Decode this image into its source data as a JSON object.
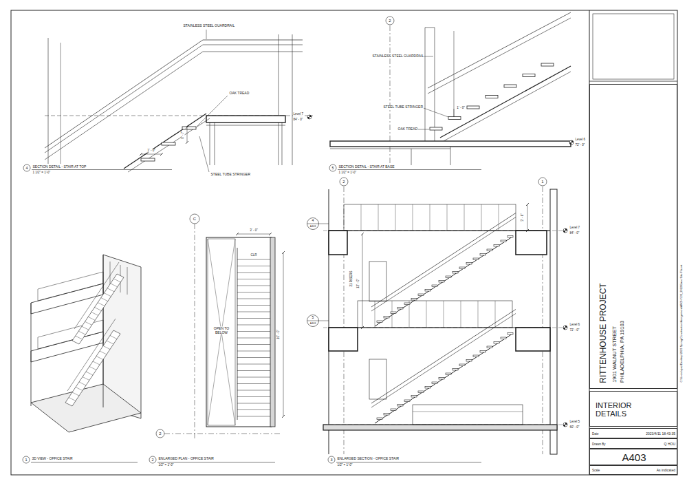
{
  "diagram": {
    "nodes": [
      {
        "text": [
          "RITTENHOUSE PROJECT",
          "1901 WALNUT STREET",
          "PHILADELPHIA, PA 19103"
        ]
      },
      {
        "text": [
          "INTERIOR DETAILS"
        ]
      },
      {
        "text": [
          "Date",
          "2023/4/11 18:43:35"
        ]
      },
      {
        "text": [
          "Drawn By",
          "Q HOU"
        ]
      },
      {
        "text": [
          "A403"
        ]
      },
      {
        "text": [
          "Scale",
          "As indicated"
        ]
      }
    ],
    "labels": [
      "STAINLESS STEEL GUARDRAIL",
      "OAK TREAD",
      "1' - 0\"",
      "0' - 7\"",
      "Level 7",
      "84' - 0\"",
      "STEEL TUBE STRINGER",
      "4",
      "SECTION DETAIL - STAIR AT TOP",
      "1 1/2\" = 1'-0\"",
      "2",
      "STAINLESS STEEL GUARDRAIL",
      "STEEL TUBE STRINGER",
      "1' - 0\"",
      "OAK TREAD",
      "Level 6",
      "72' - 0\"",
      "5",
      "SECTION DETAIL - STAIR AT BASE",
      "1 1/2\" = 1'-0\"",
      "1",
      "3D VIEW - OFFICE STAIR",
      "C",
      "3' - 0\"",
      "CLR",
      "OPEN TO BELOW",
      "10' - 0\"",
      "2",
      "2",
      "ENLARGED PLAN - OFFICE STAIR",
      "1/2\" = 1'-0\"",
      "2",
      "1",
      "4",
      "A403",
      "5",
      "A403",
      "21 RISERS",
      "12' - 0\"",
      "3' - 6\"",
      "Level 7",
      "84' - 0\"",
      "Level 6",
      "72' - 0\"",
      "Level 5",
      "60' - 0\"",
      "3",
      "ENLARGED SECTION - OFFICE STAIR",
      "1/2\" = 1'-0\"",
      "C:\\Users\\qiao\\Desktop\\2023 Spring\\Construction\\Assignment\\ARCH 532_2022 Base Site File.rvt"
    ]
  }
}
